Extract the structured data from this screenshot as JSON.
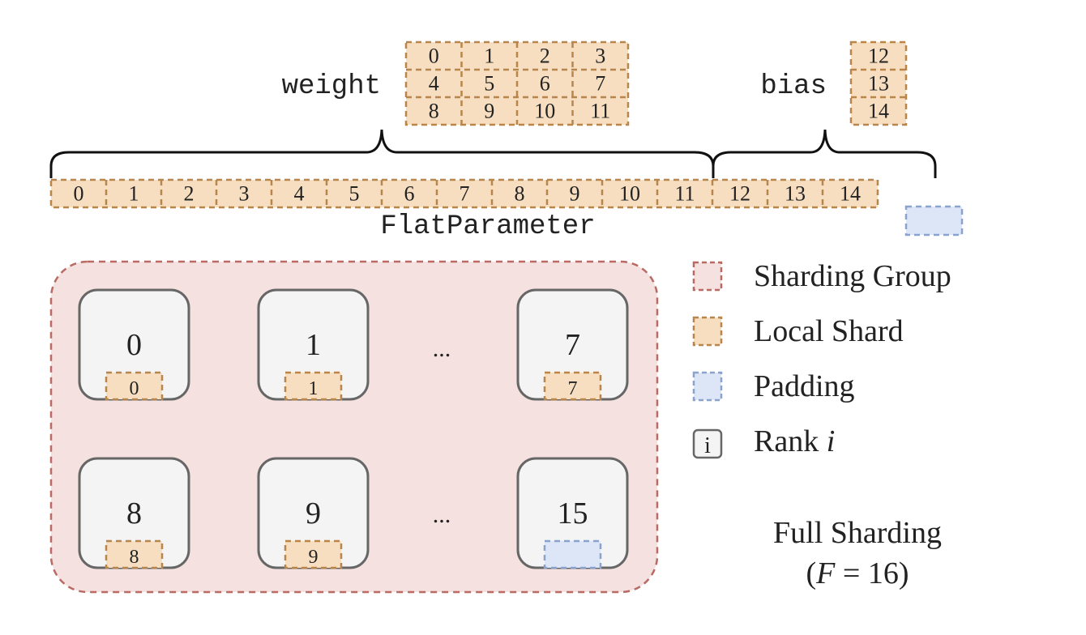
{
  "labels": {
    "weight": "weight",
    "bias": "bias",
    "flat_parameter": "FlatParameter"
  },
  "weight_matrix": [
    [
      "0",
      "1",
      "2",
      "3"
    ],
    [
      "4",
      "5",
      "6",
      "7"
    ],
    [
      "8",
      "9",
      "10",
      "11"
    ]
  ],
  "bias_vector": [
    "12",
    "13",
    "14"
  ],
  "flat_elements": [
    "0",
    "1",
    "2",
    "3",
    "4",
    "5",
    "6",
    "7",
    "8",
    "9",
    "10",
    "11",
    "12",
    "13",
    "14"
  ],
  "ranks": [
    {
      "rank": "0",
      "shard": "0",
      "padding": false
    },
    {
      "rank": "1",
      "shard": "1",
      "padding": false
    },
    {
      "rank": "7",
      "shard": "7",
      "padding": false
    },
    {
      "rank": "8",
      "shard": "8",
      "padding": false
    },
    {
      "rank": "9",
      "shard": "9",
      "padding": false
    },
    {
      "rank": "15",
      "shard": "",
      "padding": true
    }
  ],
  "ellipsis": "...",
  "legend": {
    "sharding_group": "Sharding Group",
    "local_shard": "Local Shard",
    "padding": "Padding",
    "rank_prefix": "Rank ",
    "rank_var": "i",
    "rank_icon_text": "i"
  },
  "caption": {
    "line1": "Full Sharding",
    "line2_open": "(",
    "line2_var": "F",
    "line2_rest": " = 16)"
  },
  "colors": {
    "shard_fill": "#f7dec0",
    "shard_border": "#b8864a",
    "padding_fill": "#dde6f6",
    "padding_border": "#8aa2cc",
    "group_fill": "#f5e1df",
    "group_border": "#b86a63",
    "device_fill": "#f4f4f4",
    "device_border": "#666666"
  }
}
